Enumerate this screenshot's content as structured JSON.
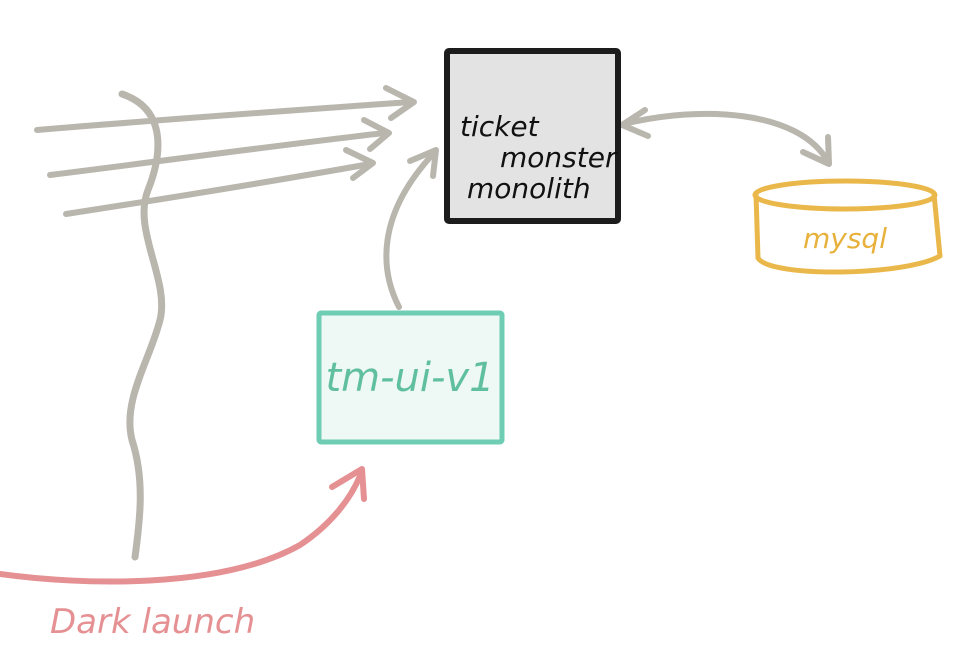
{
  "nodes": {
    "monolith": {
      "lines": [
        "ticket",
        "monster",
        "monolith"
      ],
      "fill": "#e3e3e3",
      "stroke": "#1c1c1c"
    },
    "db": {
      "label": "mysql",
      "stroke": "#eab84a",
      "text_color": "#e7b13c"
    },
    "service": {
      "label": "tm-ui-v1",
      "fill": "#eef8f5",
      "stroke": "#6ecdb3",
      "text_color": "#5fbf9f"
    }
  },
  "annotation": {
    "dark_launch": "Dark launch",
    "color": "#e59093"
  },
  "colors": {
    "connector": "#b9b6ae",
    "boundary": "#b9b6ae"
  }
}
